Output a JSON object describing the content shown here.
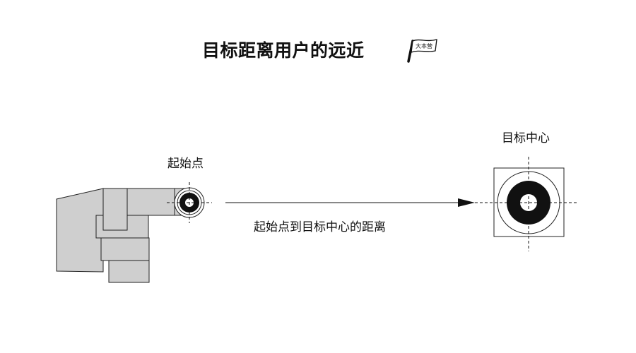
{
  "title": "目标距离用户的远近",
  "logo_text": "大本营",
  "labels": {
    "start_point": "起始点",
    "target_center": "目标中心",
    "distance": "起始点到目标中心的距离"
  },
  "colors": {
    "device_fill": "#cfcfcf",
    "line": "#111111",
    "background": "#ffffff"
  }
}
